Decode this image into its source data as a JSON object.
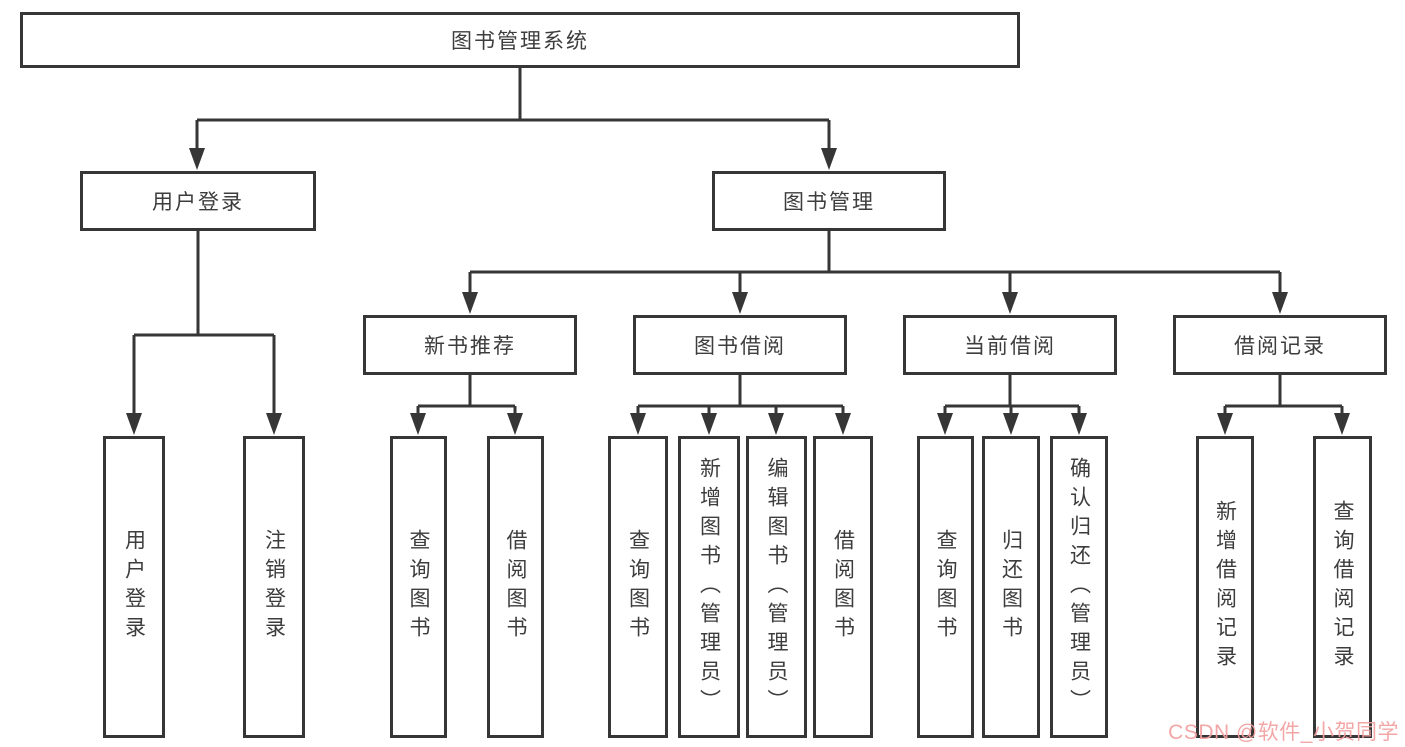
{
  "colors": {
    "line": "#363636",
    "box_border": "#363636",
    "box_fill": "#ffffff",
    "text": "#3d3d3d",
    "watermark": "#f29e9e"
  },
  "diagram": {
    "root": {
      "label": "图书管理系统"
    },
    "branches": [
      {
        "label": "用户登录",
        "children": [
          {
            "label": "用户登录"
          },
          {
            "label": "注销登录"
          }
        ]
      },
      {
        "label": "图书管理",
        "children": [
          {
            "label": "新书推荐",
            "children": [
              {
                "label": "查询图书"
              },
              {
                "label": "借阅图书"
              }
            ]
          },
          {
            "label": "图书借阅",
            "children": [
              {
                "label": "查询图书"
              },
              {
                "label": "新增图书（管理员）"
              },
              {
                "label": "编辑图书（管理员）"
              },
              {
                "label": "借阅图书"
              }
            ]
          },
          {
            "label": "当前借阅",
            "children": [
              {
                "label": "查询图书"
              },
              {
                "label": "归还图书"
              },
              {
                "label": "确认归还（管理员）"
              }
            ]
          },
          {
            "label": "借阅记录",
            "children": [
              {
                "label": "新增借阅记录"
              },
              {
                "label": "查询借阅记录"
              }
            ]
          }
        ]
      }
    ]
  },
  "watermark": {
    "text": "CSDN @软件_小贺同学"
  }
}
